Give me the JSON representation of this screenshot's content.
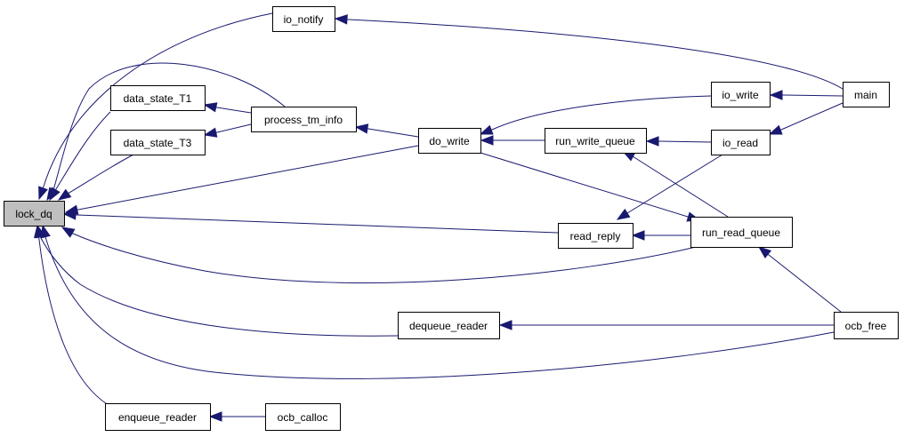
{
  "colors": {
    "edge": "#191970",
    "highlight": "#bfbfbf",
    "border": "#000000",
    "background": "#ffffff"
  },
  "nodes": [
    {
      "id": "lock_dq",
      "label": "lock_dq",
      "highlight": true
    },
    {
      "id": "io_notify",
      "label": "io_notify"
    },
    {
      "id": "data_state_T1",
      "label": "data_state_T1"
    },
    {
      "id": "data_state_T3",
      "label": "data_state_T3"
    },
    {
      "id": "process_tm_info",
      "label": "process_tm_info"
    },
    {
      "id": "do_write",
      "label": "do_write"
    },
    {
      "id": "run_write_queue",
      "label": "run_write_queue"
    },
    {
      "id": "io_write",
      "label": "io_write"
    },
    {
      "id": "io_read",
      "label": "io_read"
    },
    {
      "id": "main",
      "label": "main"
    },
    {
      "id": "read_reply",
      "label": "read_reply"
    },
    {
      "id": "run_read_queue",
      "label": "run_read_queue"
    },
    {
      "id": "dequeue_reader",
      "label": "dequeue_reader"
    },
    {
      "id": "ocb_free",
      "label": "ocb_free"
    },
    {
      "id": "enqueue_reader",
      "label": "enqueue_reader"
    },
    {
      "id": "ocb_calloc",
      "label": "ocb_calloc"
    }
  ],
  "edges": [
    {
      "from": "io_notify",
      "to": "lock_dq"
    },
    {
      "from": "process_tm_info",
      "to": "lock_dq"
    },
    {
      "from": "data_state_T1",
      "to": "lock_dq"
    },
    {
      "from": "data_state_T3",
      "to": "lock_dq"
    },
    {
      "from": "do_write",
      "to": "lock_dq"
    },
    {
      "from": "read_reply",
      "to": "lock_dq"
    },
    {
      "from": "run_read_queue",
      "to": "lock_dq"
    },
    {
      "from": "dequeue_reader",
      "to": "lock_dq"
    },
    {
      "from": "ocb_free",
      "to": "lock_dq"
    },
    {
      "from": "enqueue_reader",
      "to": "lock_dq"
    },
    {
      "from": "main",
      "to": "io_notify"
    },
    {
      "from": "process_tm_info",
      "to": "data_state_T1"
    },
    {
      "from": "process_tm_info",
      "to": "data_state_T3"
    },
    {
      "from": "do_write",
      "to": "process_tm_info"
    },
    {
      "from": "io_write",
      "to": "do_write"
    },
    {
      "from": "run_write_queue",
      "to": "do_write"
    },
    {
      "from": "main",
      "to": "io_write"
    },
    {
      "from": "io_read",
      "to": "run_write_queue"
    },
    {
      "from": "main",
      "to": "io_read"
    },
    {
      "from": "run_read_queue",
      "to": "run_write_queue"
    },
    {
      "from": "do_write",
      "to": "run_read_queue"
    },
    {
      "from": "io_read",
      "to": "read_reply"
    },
    {
      "from": "run_read_queue",
      "to": "read_reply"
    },
    {
      "from": "ocb_free",
      "to": "run_read_queue"
    },
    {
      "from": "ocb_free",
      "to": "dequeue_reader"
    },
    {
      "from": "ocb_calloc",
      "to": "enqueue_reader"
    }
  ]
}
